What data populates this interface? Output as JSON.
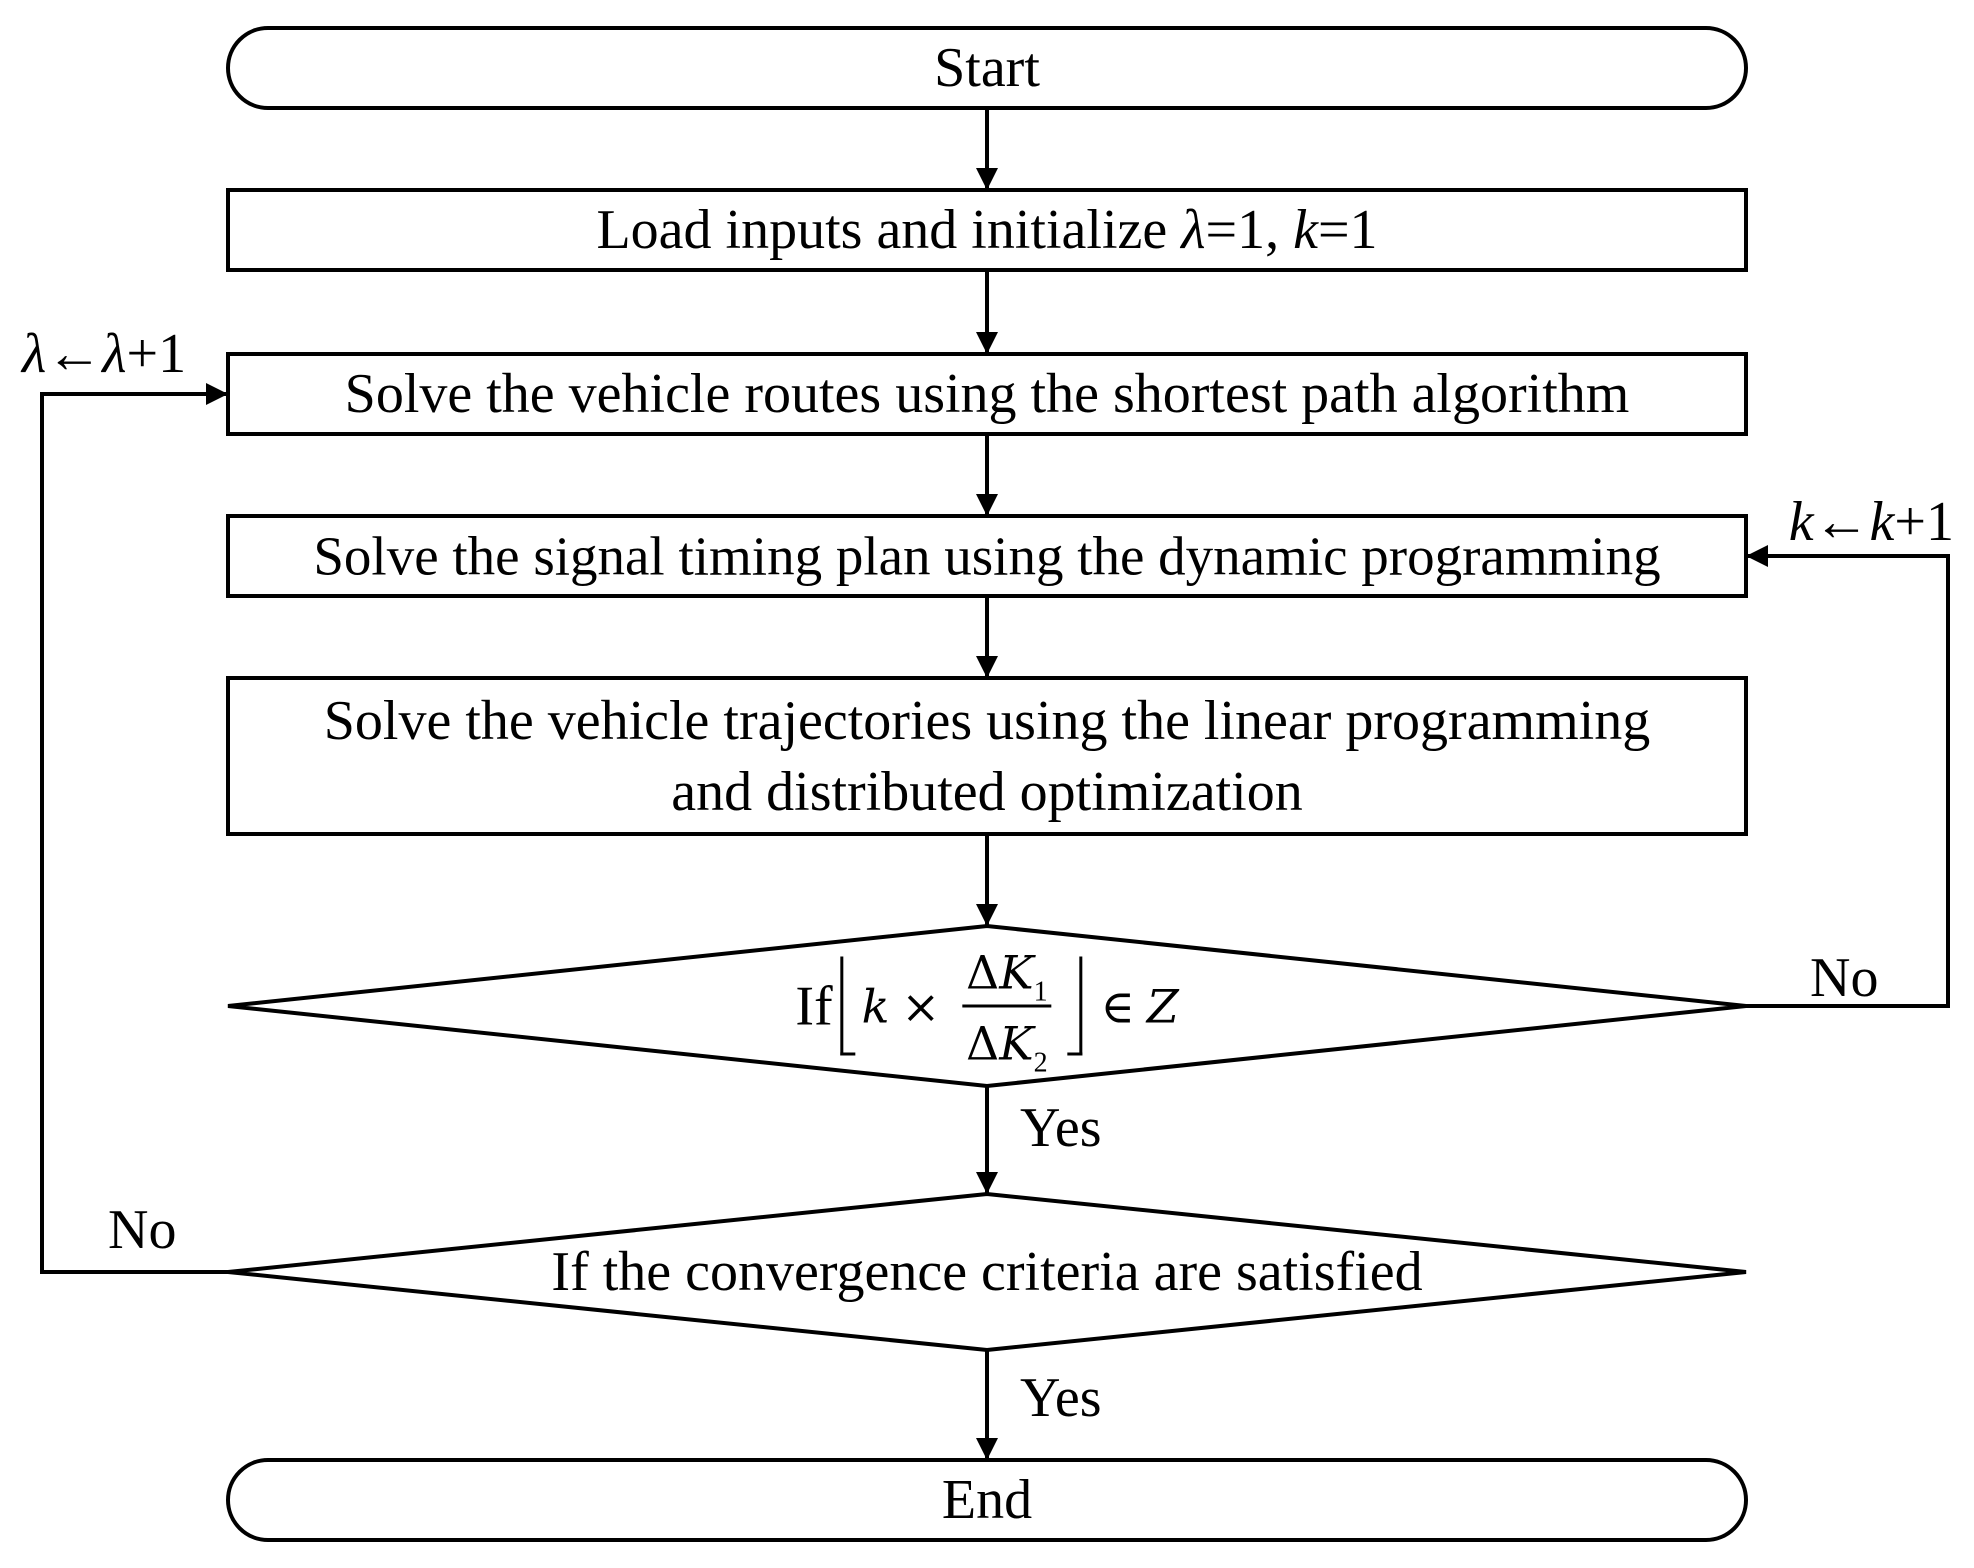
{
  "flowchart": {
    "start": "Start",
    "step_load": {
      "prefix": "Load inputs and initialize ",
      "lambda": "λ",
      "eq1": "=1, ",
      "k": "k",
      "eq2": "=1"
    },
    "step_routes": "Solve the vehicle routes using the shortest path algorithm",
    "step_signal": "Solve the signal timing plan using the dynamic programming",
    "step_traj_line1": "Solve the vehicle trajectories using the linear programming",
    "step_traj_line2": "and distributed optimization",
    "decision_k": {
      "if": "If",
      "k": "k",
      "times": "×",
      "num_delta": "Δ",
      "num_K": "K",
      "num_sub": "1",
      "den_delta": "Δ",
      "den_K": "K",
      "den_sub": "2",
      "in": "∈",
      "set": "Z"
    },
    "decision_converge": "If the convergence criteria are satisfied",
    "end": "End",
    "yes_label_1": "Yes",
    "yes_label_2": "Yes",
    "no_label_k": "No",
    "no_label_lambda": "No",
    "loop_lambda": {
      "a": "λ",
      "arrow": "←",
      "b": "λ",
      "plus": "+1"
    },
    "loop_k": {
      "a": "k",
      "arrow": "←",
      "b": "k",
      "plus": "+1"
    }
  }
}
